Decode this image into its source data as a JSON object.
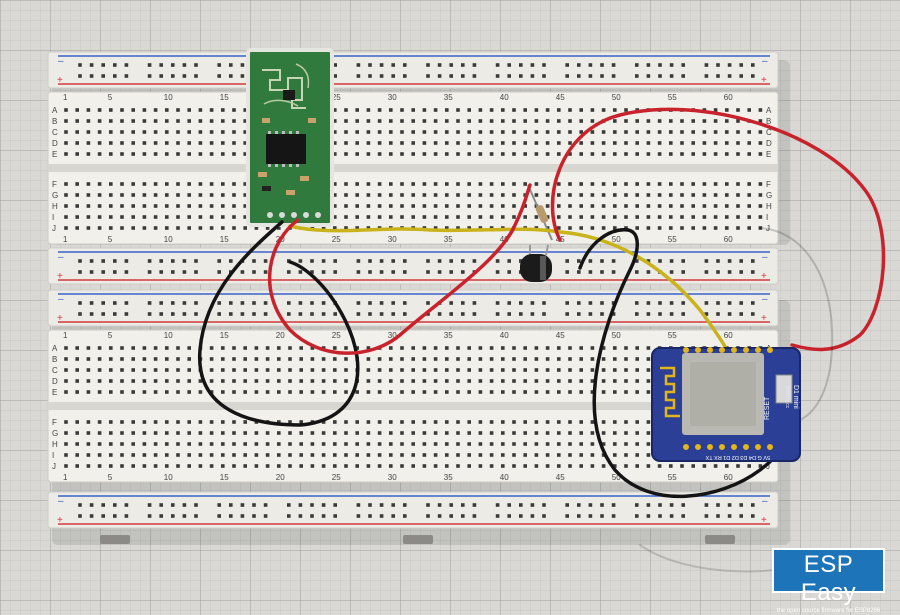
{
  "logo": {
    "title": "ESP Easy",
    "tagline": "the open source firmware for ESP8266"
  },
  "breadboard_top": {
    "column_numbers": [
      "1",
      "5",
      "10",
      "15",
      "20",
      "25",
      "30",
      "35",
      "40",
      "45",
      "50",
      "55",
      "60"
    ],
    "row_letters_upper": [
      "A",
      "B",
      "C",
      "D",
      "E"
    ],
    "row_letters_lower": [
      "F",
      "G",
      "H",
      "I",
      "J"
    ]
  },
  "breadboard_bottom": {
    "column_numbers": [
      "1",
      "5",
      "10",
      "15",
      "20",
      "25",
      "30",
      "35",
      "40",
      "45",
      "50",
      "55",
      "60"
    ],
    "row_letters_upper": [
      "A",
      "B",
      "C",
      "D",
      "E"
    ],
    "row_letters_lower": [
      "F",
      "G",
      "H",
      "I",
      "J"
    ]
  },
  "rail_labels": {
    "minus": "–",
    "plus": "+"
  },
  "wemos": {
    "brand": "D1 mini",
    "sub": "WeMos.cc",
    "reset": "RESET",
    "pins": "5V G D4 D3 D2 D1 RX TX"
  },
  "colors": {
    "wire_red": "#c8232c",
    "wire_black": "#141414",
    "wire_yellow": "#c9b21a",
    "rail_red": "#d23b3b",
    "rail_blue": "#3b63c9",
    "wemos_board": "#2a3f95",
    "sensor_pcb": "#2f7a3c"
  }
}
